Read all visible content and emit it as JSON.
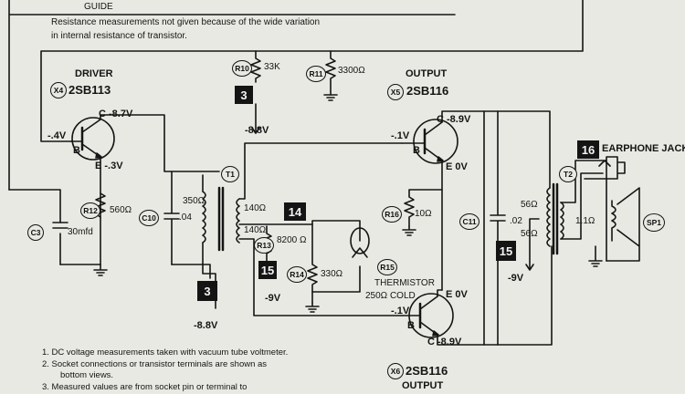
{
  "header": {
    "guide": "GUIDE",
    "note_line1": "Resistance measurements not given because of the wide variation",
    "note_line2": "in internal resistance of transistor."
  },
  "driver": {
    "title": "DRIVER",
    "ref": "X4",
    "part": "2SB113",
    "collector": "C -8.7V",
    "base": "-.4V",
    "b": "B",
    "emitter": "E -.3V"
  },
  "output_top": {
    "title": "OUTPUT",
    "ref": "X5",
    "part": "2SB116",
    "collector": "C -8.9V",
    "base": "-.1V",
    "b": "B",
    "emitter": "E 0V"
  },
  "output_bottom": {
    "title": "OUTPUT",
    "ref": "X6",
    "part": "2SB116",
    "emitter": "E 0V",
    "base": "-.1V",
    "b": "B",
    "collector": "C -8.9V"
  },
  "components": {
    "r10": {
      "ref": "R10",
      "value": "33K"
    },
    "r11": {
      "ref": "R11",
      "value": "3300Ω"
    },
    "r12": {
      "ref": "R12",
      "value": "560Ω"
    },
    "r13": {
      "ref": "R13",
      "value": "8200 Ω"
    },
    "r14": {
      "ref": "R14",
      "value": "330Ω"
    },
    "r15": {
      "ref": "R15",
      "value": "THERMISTOR",
      "value2": "250Ω COLD"
    },
    "r16": {
      "ref": "R16",
      "value": "10Ω"
    },
    "c3": {
      "ref": "C3",
      "value": "30mfd"
    },
    "c10": {
      "ref": "C10",
      "value": ".04"
    },
    "c11": {
      "ref": "C11",
      "value": ".02"
    },
    "t1": {
      "ref": "T1",
      "primary": "350Ω",
      "sec_a": "140Ω",
      "sec_b": "140Ω"
    },
    "t2": {
      "ref": "T2",
      "pri_a": "56Ω",
      "pri_b": "56Ω",
      "sec": "1.1Ω"
    },
    "sp1": {
      "ref": "SP1"
    },
    "earphone": "EARPHONE JACK"
  },
  "voltages": {
    "r10_bottom": "-8.8V",
    "t1_bottom": "-8.8V",
    "r13_bottom": "-9V",
    "t2_bottom": "-9V"
  },
  "markers": [
    "3",
    "14",
    "15",
    "3",
    "15",
    "16"
  ],
  "notes": [
    "1.  DC voltage measurements taken with vacuum tube voltmeter.",
    "2.  Socket connections or transistor terminals are shown as",
    "bottom views.",
    "3.  Measured values are from socket pin or terminal to"
  ]
}
